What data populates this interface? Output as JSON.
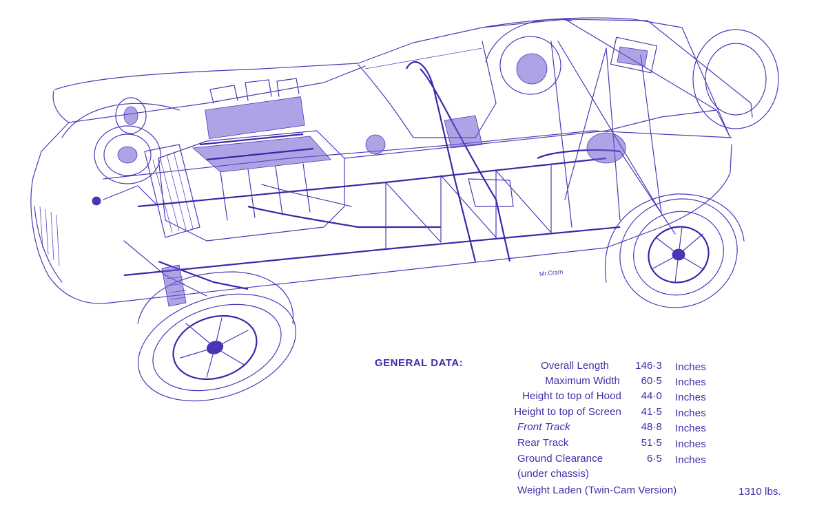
{
  "ink_color": "#4a38b8",
  "illustration": {
    "signature": "Mr.Cram"
  },
  "general_data": {
    "heading": "GENERAL DATA:",
    "rows": [
      {
        "label": "Overall Length",
        "value": "146·3",
        "unit": "Inches"
      },
      {
        "label": "Maximum Width",
        "value": "60·5",
        "unit": "Inches"
      },
      {
        "label": "Height to top of Hood",
        "value": "44·0",
        "unit": "Inches"
      },
      {
        "label": "Height to top of Screen",
        "value": "41·5",
        "unit": "Inches"
      },
      {
        "label": "Front Track",
        "value": "48·8",
        "unit": "Inches"
      },
      {
        "label": "Rear Track",
        "value": "51·5",
        "unit": "Inches"
      },
      {
        "label": "Ground Clearance",
        "value": "6·5",
        "unit": "Inches"
      },
      {
        "label": "(under chassis)",
        "value": "",
        "unit": ""
      }
    ],
    "weight": {
      "label": "Weight Laden (Twin-Cam Version)",
      "value": "1310 lbs."
    }
  }
}
